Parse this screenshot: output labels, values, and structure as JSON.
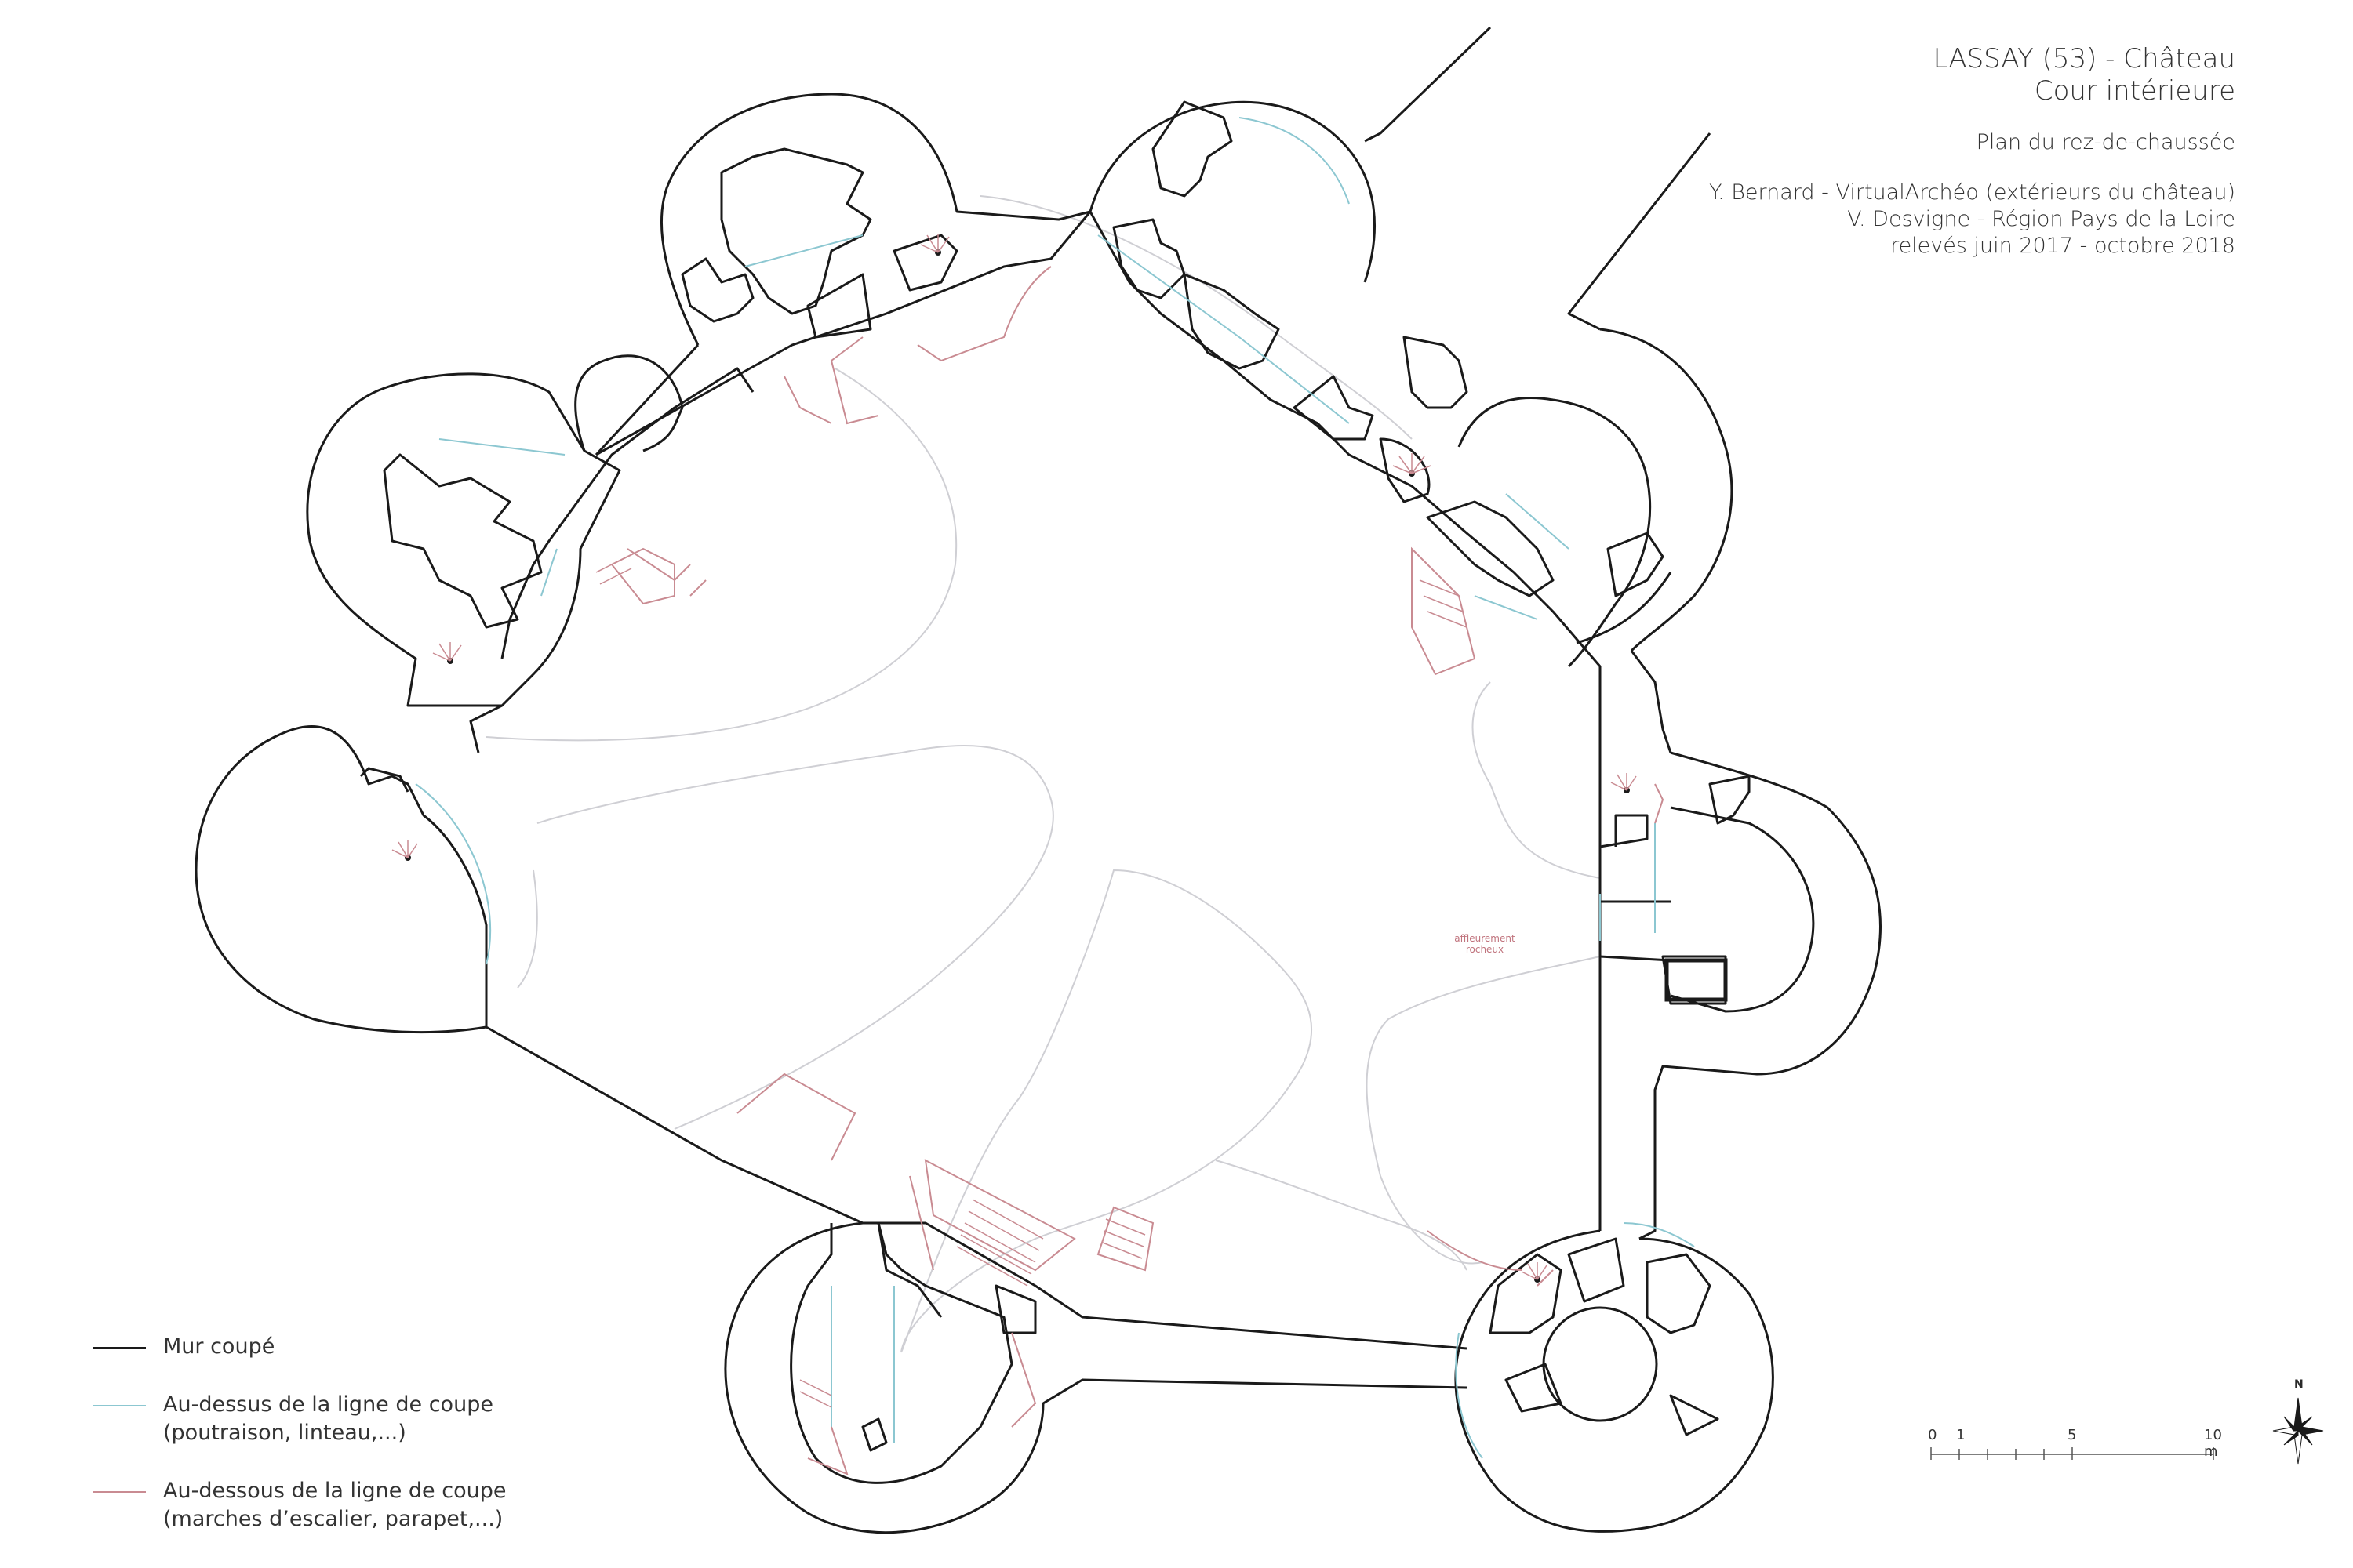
{
  "title": {
    "line1": "LASSAY (53) - Château",
    "line2": "Cour intérieure",
    "line3": "Plan du rez-de-chaussée",
    "line4": "Y. Bernard - VirtualArchéo (extérieurs du château)",
    "line5": "V. Desvigne - Région Pays de la Loire",
    "line6": "relevés juin 2017 - octobre 2018"
  },
  "legend": {
    "item1": "Mur coupé",
    "item2_line1": "Au-dessus de la ligne de coupe",
    "item2_line2": "(poutraison, linteau,...)",
    "item3_line1": "Au-dessous de la ligne de coupe",
    "item3_line2": "(marches d’escalier, parapet,...)"
  },
  "scale": {
    "label0": "0",
    "label1": "1",
    "label5": "5",
    "label10": "10 m"
  },
  "compass": {
    "north": "N"
  },
  "annotation": {
    "rock": "affleurement\nrocheux"
  },
  "colors": {
    "wall": "#1a1a1a",
    "above": "#8cc7d1",
    "below": "#c98b92",
    "ground": "#c8c8cc"
  }
}
